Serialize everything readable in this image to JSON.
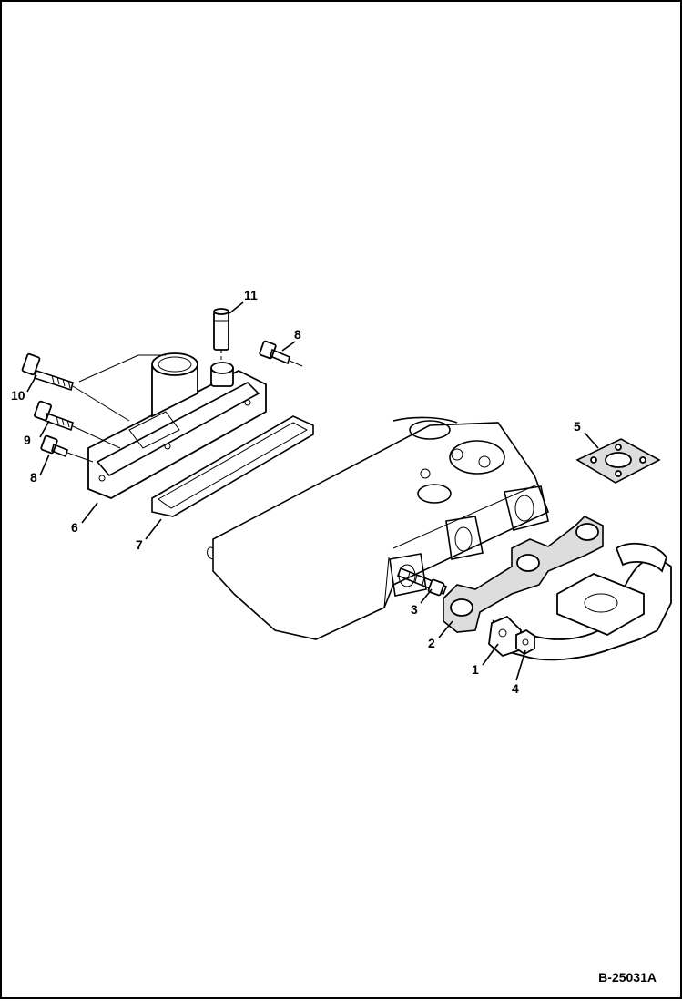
{
  "figure_number": "B-25031A",
  "callouts": [
    {
      "id": "c11",
      "label": "11"
    },
    {
      "id": "c8a",
      "label": "8"
    },
    {
      "id": "c10",
      "label": "10"
    },
    {
      "id": "c9",
      "label": "9"
    },
    {
      "id": "c8b",
      "label": "8"
    },
    {
      "id": "c6",
      "label": "6"
    },
    {
      "id": "c7",
      "label": "7"
    },
    {
      "id": "c5",
      "label": "5"
    },
    {
      "id": "c3",
      "label": "3"
    },
    {
      "id": "c2",
      "label": "2"
    },
    {
      "id": "c1",
      "label": "1"
    },
    {
      "id": "c4",
      "label": "4"
    }
  ]
}
